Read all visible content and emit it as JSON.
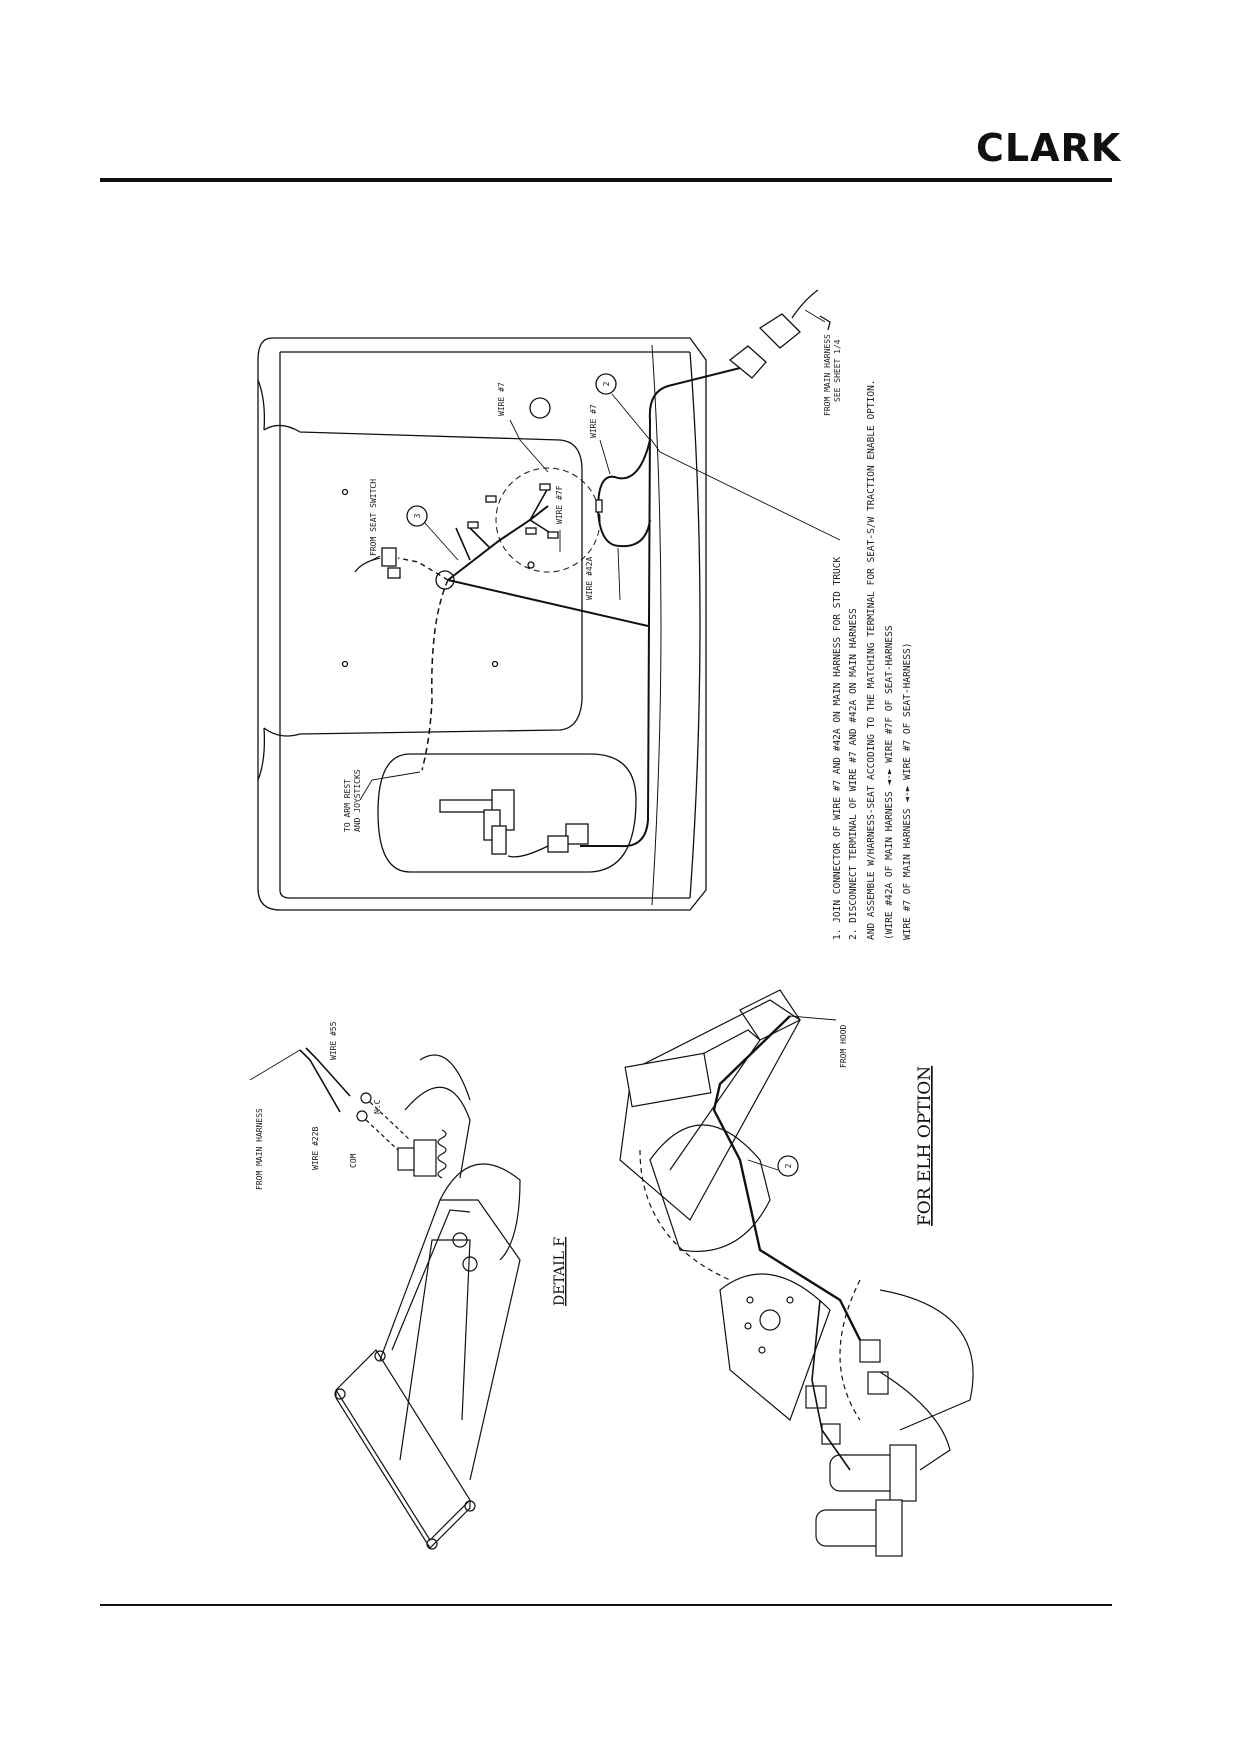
{
  "header": {
    "logo_text": "CLARK"
  },
  "seat_diagram": {
    "labels": {
      "from_seat_switch": "FROM SEAT SWITCH",
      "wire_7_upper": "WIRE #7",
      "wire_7_lower": "WIRE #7",
      "wire_7f": "WIRE #7F",
      "wire_42a": "WIRE #42A",
      "arm_rest_line1": "TO ARM REST",
      "arm_rest_line2": "AND JOYSTICKS",
      "main_harness_line1": "FROM MAIN HARNESS",
      "main_harness_line2": "SEE SHEET 1/4",
      "callout_2": "2",
      "callout_3": "3"
    },
    "notes": [
      "1. JOIN CONNECTOR OF WIRE #7 AND #42A ON MAIN HARNESS FOR STD TRUCK",
      "2. DISCONNECT TERMINAL OF WIRE #7 AND #42A ON MAIN HARNESS",
      "AND ASSEMBLE W/HARNESS-SEAT ACCODING TO THE MATCHING TERMINAL FOR SEAT-S/W TRACTION ENABLE OPTION.",
      "(WIRE #42A OF MAIN HARNESS ◄-► WIRE #7F OF SEAT-HARNESS",
      "WIRE #7 OF MAIN HARNESS ◄-► WIRE #7 OF SEAT-HARNESS)"
    ]
  },
  "detail_f": {
    "title": "DETAIL F",
    "labels": {
      "from_main_harness": "FROM MAIN HARNESS",
      "wire_55": "WIRE #55",
      "wire_22b": "WIRE #22B",
      "com": "COM",
      "nc": "N.C"
    }
  },
  "elh_option": {
    "title": "FOR ELH OPTION",
    "labels": {
      "from_hood": "FROM HOOD",
      "callout_2": "2"
    }
  },
  "colors": {
    "ink": "#111111",
    "paper": "#ffffff"
  }
}
